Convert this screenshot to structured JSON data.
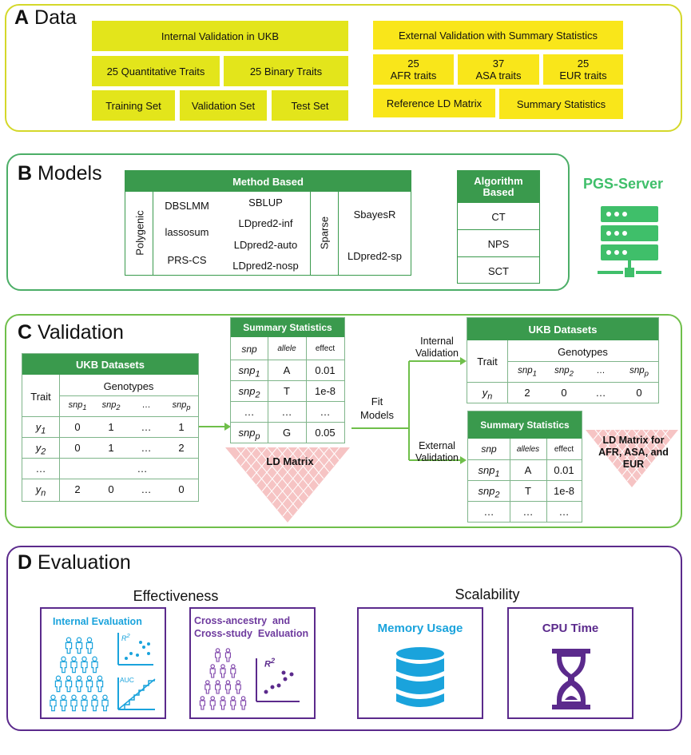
{
  "panelA": {
    "letter": "A",
    "title": "Data",
    "internal": "Internal Validation in UKB",
    "quant": "25 Quantitative Traits",
    "binary": "25 Binary Traits",
    "training": "Training Set",
    "validation": "Validation Set",
    "test": "Test Set",
    "external": "External Validation with Summary Statistics",
    "afr_n": "25",
    "afr": "AFR traits",
    "asa_n": "37",
    "asa": "ASA traits",
    "eur_n": "25",
    "eur": "EUR traits",
    "ldmatrix": "Reference LD Matrix",
    "sumstats": "Summary Statistics"
  },
  "panelB": {
    "letter": "B",
    "title": "Models",
    "method_based": "Method Based",
    "polygenic": "Polygenic",
    "sparse": "Sparse",
    "m1": "DBSLMM",
    "m2": "lassosum",
    "m3": "PRS-CS",
    "m4": "SBLUP",
    "m5": "LDpred2-inf",
    "m6": "LDpred2-auto",
    "m7": "LDpred2-nosp",
    "s1": "SbayesR",
    "s2": "LDpred2-sp",
    "algorithm_based": "Algorithm Based",
    "a1": "CT",
    "a2": "NPS",
    "a3": "SCT",
    "server": "PGS-Server"
  },
  "panelC": {
    "letter": "C",
    "title": "Validation",
    "ukb_title": "UKB Datasets",
    "trait": "Trait",
    "genotypes": "Genotypes",
    "snp1": "snp",
    "snp2": "snp",
    "snpdots": "…",
    "snpp": "snp",
    "sub1": "1",
    "sub2": "2",
    "subp": "p",
    "y": "y",
    "yn_sub": "n",
    "dots": "…",
    "rows": [
      [
        "0",
        "1",
        "…",
        "1"
      ],
      [
        "0",
        "1",
        "…",
        "2"
      ],
      [
        "",
        "…",
        "",
        ""
      ],
      [
        "2",
        "0",
        "…",
        "0"
      ]
    ],
    "ss_title": "Summary Statistics",
    "ss_snp": "snp",
    "ss_allele": "allele",
    "ss_effect": "effect",
    "ss_rows": [
      [
        "A",
        "0.01"
      ],
      [
        "T",
        "1e-8"
      ],
      [
        "…",
        "…"
      ],
      [
        "G",
        "0.05"
      ]
    ],
    "ld": "LD Matrix",
    "fit": "Fit Models",
    "internal_val": "Internal Validation",
    "external_val": "External Validation",
    "ukb2_row": [
      "2",
      "0",
      "…",
      "0"
    ],
    "ss2_alleles": "alleles",
    "ss2_rows": [
      [
        "A",
        "0.01"
      ],
      [
        "T",
        "1e-8"
      ],
      [
        "…",
        "…"
      ]
    ],
    "ld_multi": "LD Matrix for AFR, ASA, and EUR"
  },
  "panelD": {
    "letter": "D",
    "title": "Evaluation",
    "effectiveness": "Effectiveness",
    "scalability": "Scalability",
    "internal_eval": "Internal Evaluation",
    "r2": "R",
    "sq": "2",
    "auc": "AUC",
    "cross": "Cross-ancestry  and Cross-study  Evaluation",
    "memory": "Memory Usage",
    "cpu": "CPU Time"
  },
  "colors": {
    "yellow": "#e3e51b",
    "green": "#3a9a4d",
    "purple": "#5b2a8c",
    "blue": "#1aa3dc"
  }
}
